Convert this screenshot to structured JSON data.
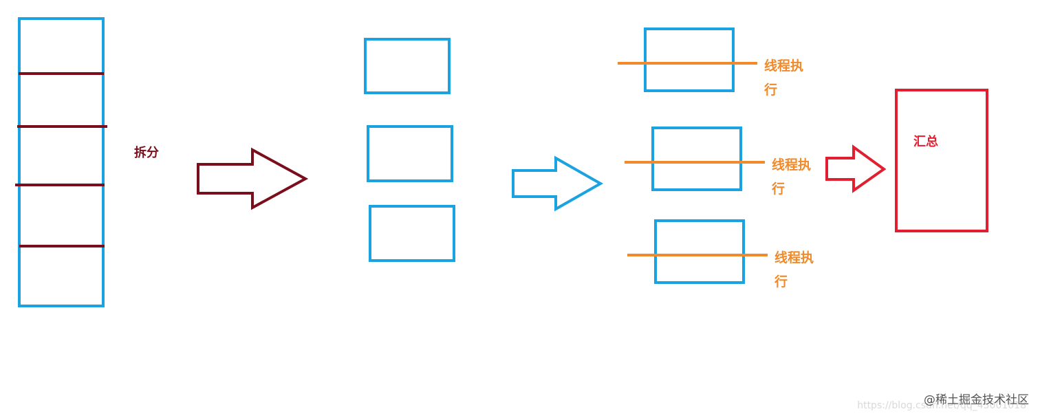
{
  "diagram": {
    "split_label": "拆分",
    "thread_labels": [
      "线程执行",
      "线程执行",
      "线程执行"
    ],
    "summary_label": "汇总"
  },
  "watermark": {
    "brand": "@稀土掘金技术社区",
    "url": "https://blog.csdn.net/qq_45001018"
  },
  "colors": {
    "blue": "#1aa3e0",
    "dark_red": "#7a0e1c",
    "orange": "#f08a2a",
    "red": "#e02030"
  }
}
